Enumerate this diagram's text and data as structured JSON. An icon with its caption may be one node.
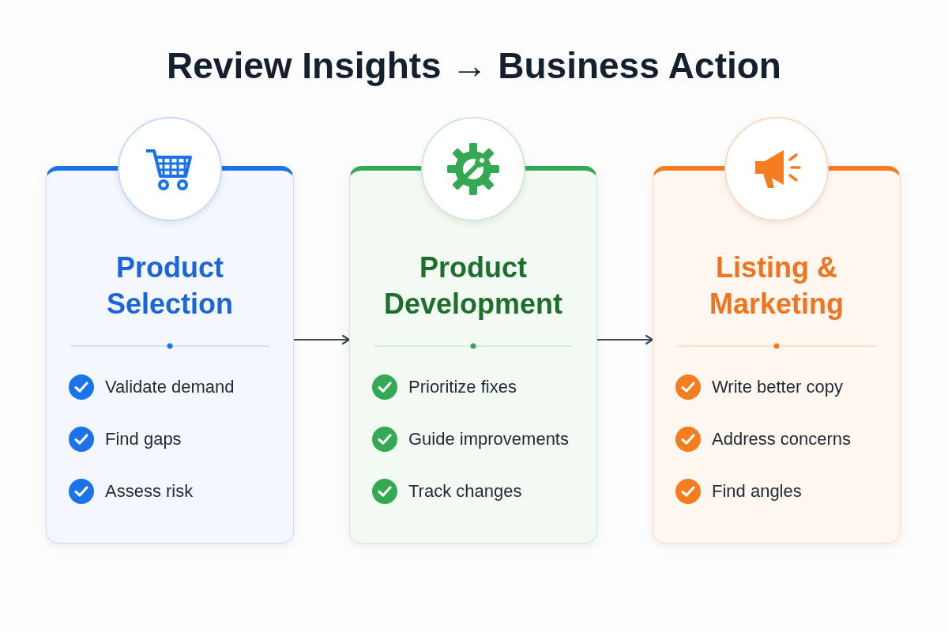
{
  "diagram": {
    "title": "Review Insights → Business Action",
    "nodes": [
      {
        "text": [
          "Product Selection",
          "Validate demand",
          "Find gaps",
          "Assess risk"
        ]
      },
      {
        "text": [
          "Product Development",
          "Prioritize fixes",
          "Guide improvements",
          "Track changes"
        ]
      },
      {
        "text": [
          "Listing & Marketing",
          "Write better copy",
          "Address concerns",
          "Find angles"
        ]
      }
    ],
    "edges": [
      {
        "from": 0,
        "to": 1,
        "arrow": "to"
      },
      {
        "from": 1,
        "to": 2,
        "arrow": "to"
      }
    ]
  }
}
